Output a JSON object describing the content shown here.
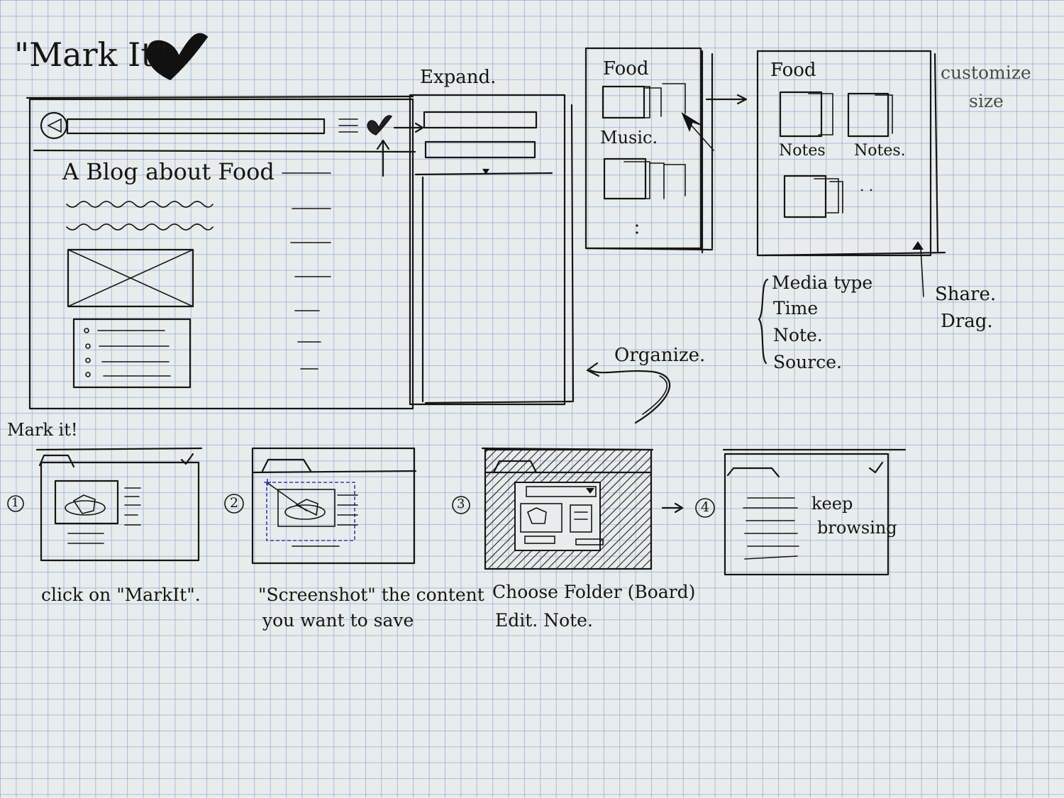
{
  "title": {
    "text": "\"Mark It\"",
    "icon": "heart-check-icon"
  },
  "main_sketch": {
    "expand_label": "Expand.",
    "blog_title": "A Blog about Food"
  },
  "boards_sketch": {
    "food_label": "Food",
    "music_label": "Music."
  },
  "detail_sketch": {
    "food_label": "Food",
    "notes_left": "Notes",
    "notes_right": "Notes.",
    "ellipsis": ". .",
    "customize_line1": "customize",
    "customize_line2": "size",
    "meta": [
      "Media type",
      "Time",
      "Note.",
      "Source."
    ],
    "share_label": "Share.",
    "drag_label": "Drag."
  },
  "organize_label": "Organize.",
  "mark_it_label": "Mark it!",
  "steps": [
    {
      "num": "1",
      "caption_lines": [
        "click on \"MarkIt\"."
      ]
    },
    {
      "num": "2",
      "caption_lines": [
        "\"Screenshot\" the content",
        "you want to save"
      ]
    },
    {
      "num": "3",
      "caption_lines": [
        "Choose Folder (Board)",
        "Edit. Note."
      ]
    },
    {
      "num": "4",
      "caption_lines": [],
      "inner_text": [
        "keep",
        "browsing"
      ]
    }
  ],
  "colors": {
    "ink": "#151515",
    "grid": "#6e96cd",
    "paper": "#e9ecec",
    "selection": "#3a3ab0"
  }
}
